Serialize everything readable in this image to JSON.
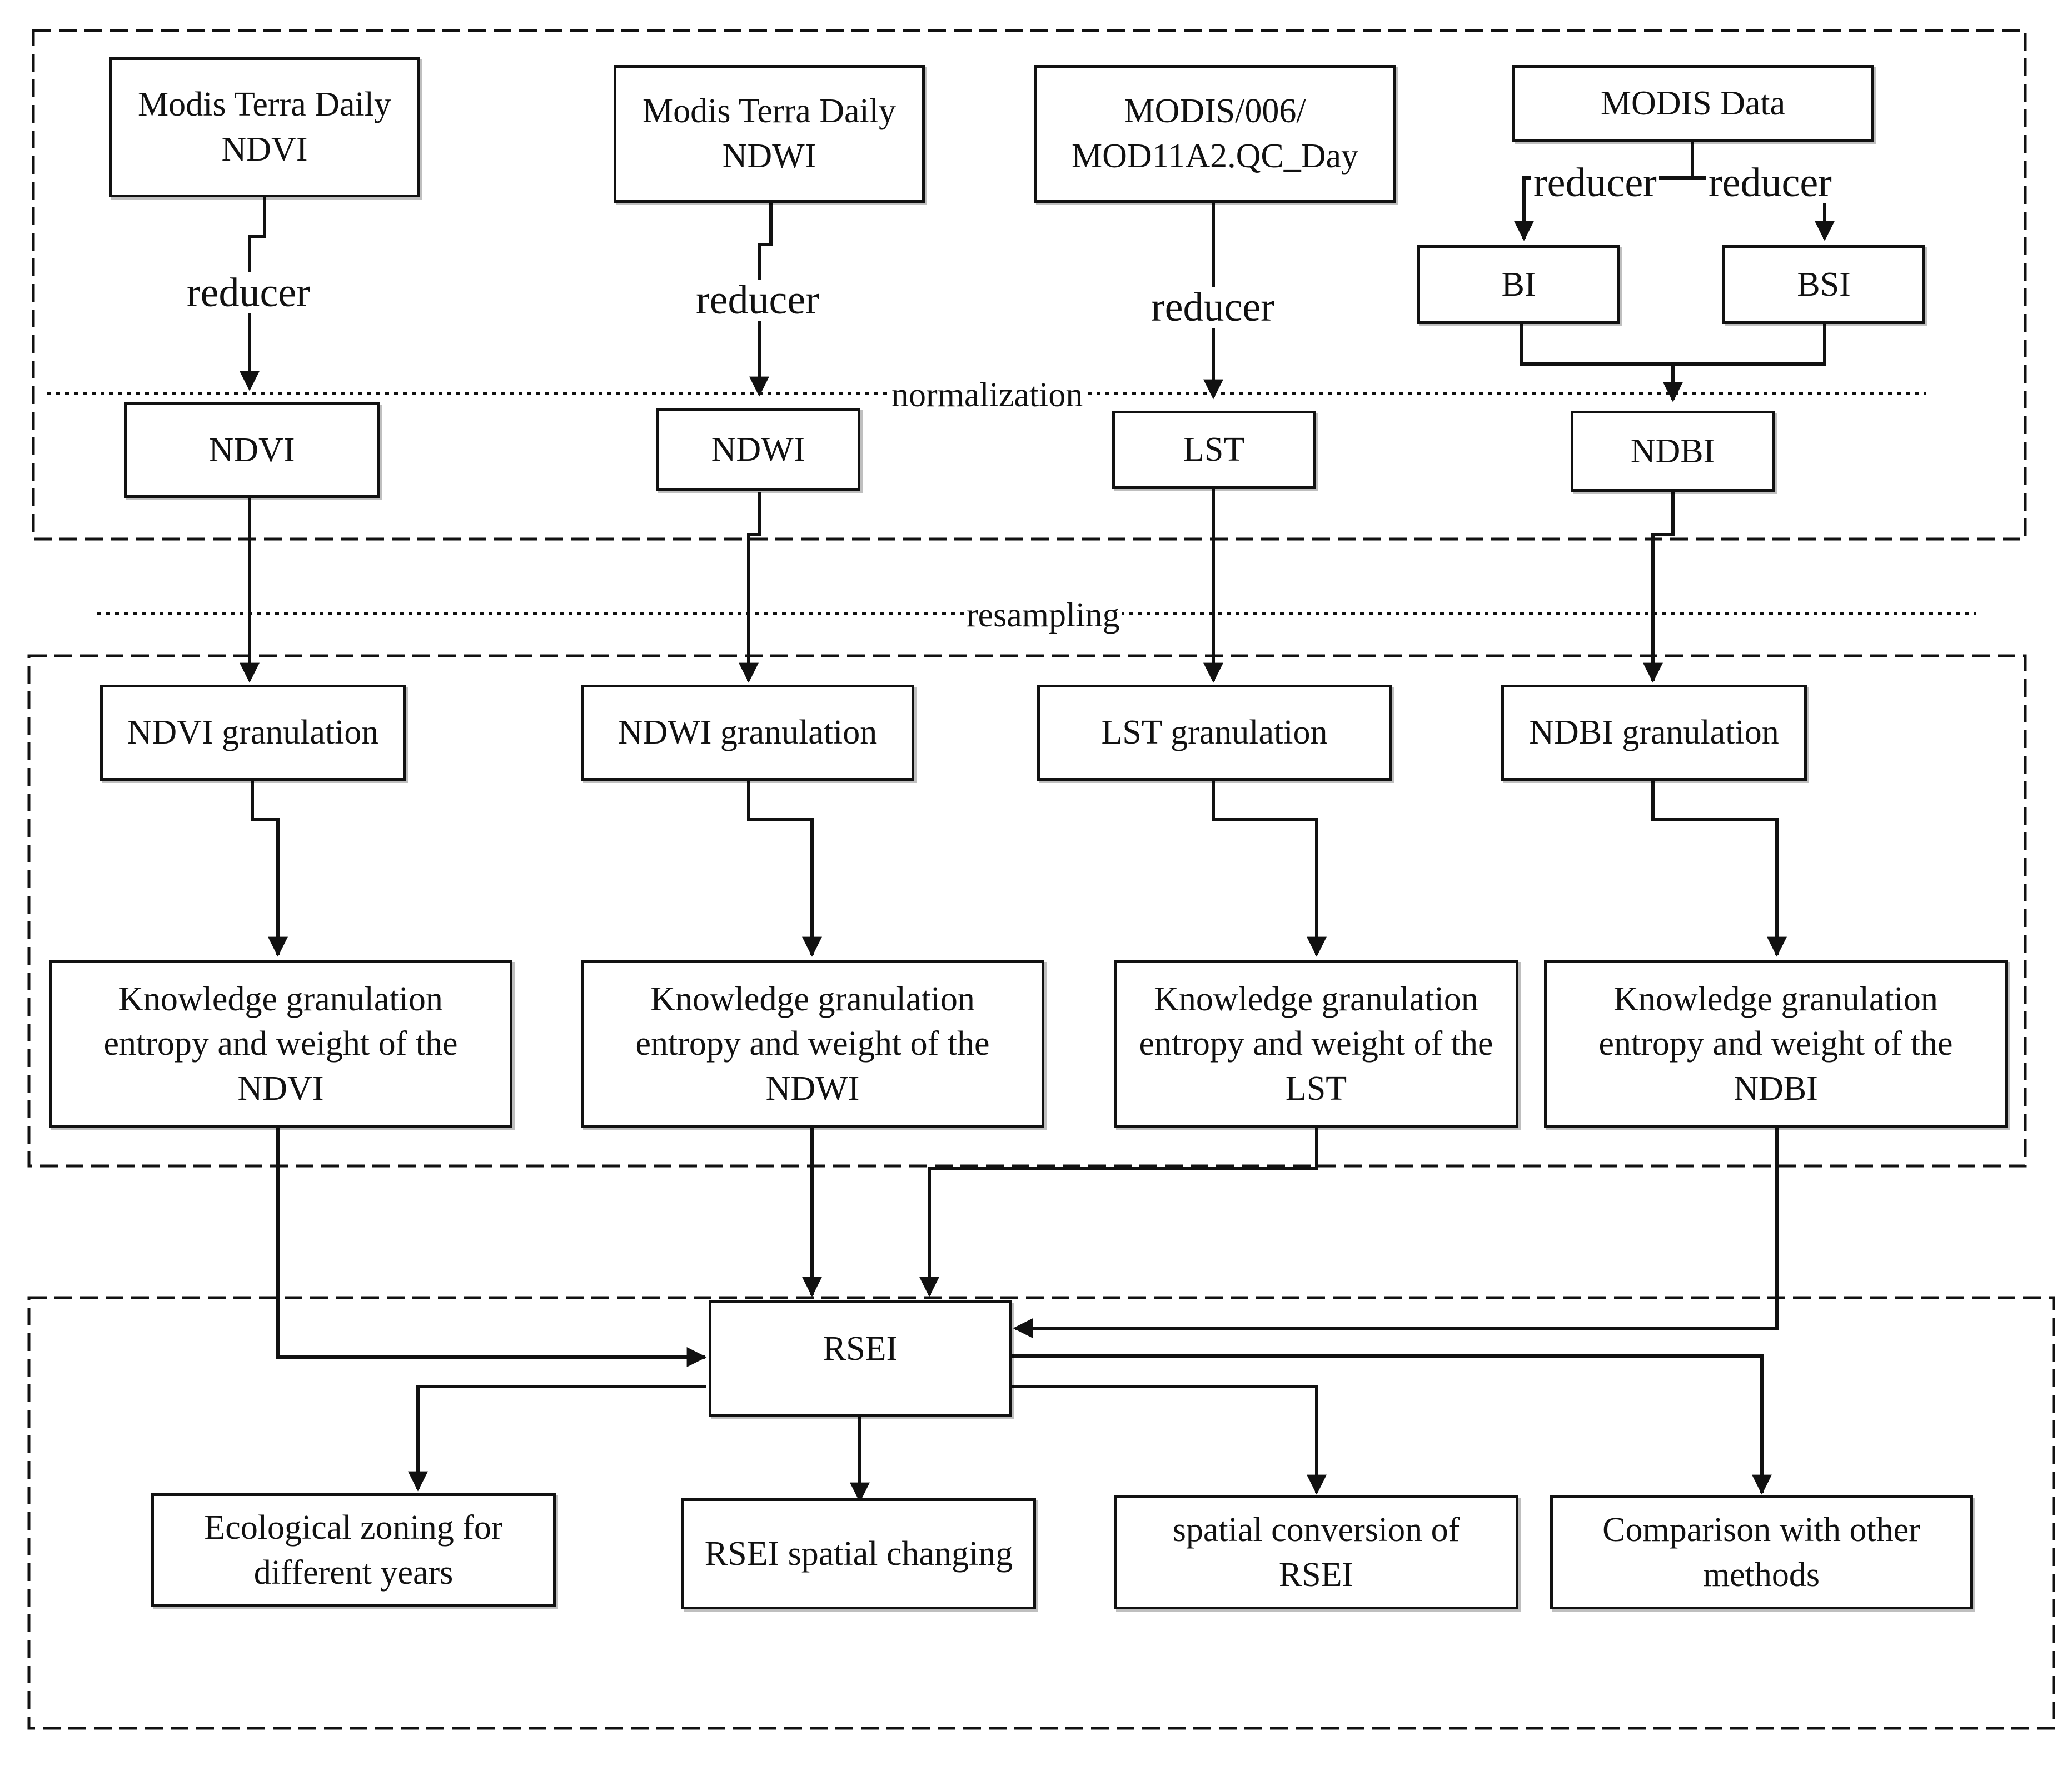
{
  "sources": {
    "ndvi_source": "Modis Terra Daily\nNDVI",
    "ndwi_source": "Modis Terra Daily\nNDWI",
    "lst_source": "MODIS/006/\nMOD11A2.QC_Day",
    "modis_data": "MODIS Data"
  },
  "intermediates": {
    "bi": "BI",
    "bsi": "BSI"
  },
  "indices": {
    "ndvi": "NDVI",
    "ndwi": "NDWI",
    "lst": "LST",
    "ndbi": "NDBI"
  },
  "granulation": {
    "ndvi": "NDVI granulation",
    "ndwi": "NDWI granulation",
    "lst": "LST granulation",
    "ndbi": "NDBI granulation"
  },
  "knowledge": {
    "ndvi": "Knowledge granulation\nentropy and weight of the\nNDVI",
    "ndwi": "Knowledge granulation\nentropy and weight of the\nNDWI",
    "lst": "Knowledge granulation\nentropy and weight of the\nLST",
    "ndbi": "Knowledge granulation\nentropy and weight of the\nNDBI"
  },
  "rsei": "RSEI",
  "outputs": {
    "zoning": "Ecological zoning for\ndifferent years",
    "spatial_changing": "RSEI spatial changing",
    "spatial_conversion": "spatial conversion of\nRSEI",
    "comparison": "Comparison with other\nmethods"
  },
  "labels": {
    "reducer": "reducer",
    "normalization": "normalization",
    "resampling": "resampling"
  }
}
